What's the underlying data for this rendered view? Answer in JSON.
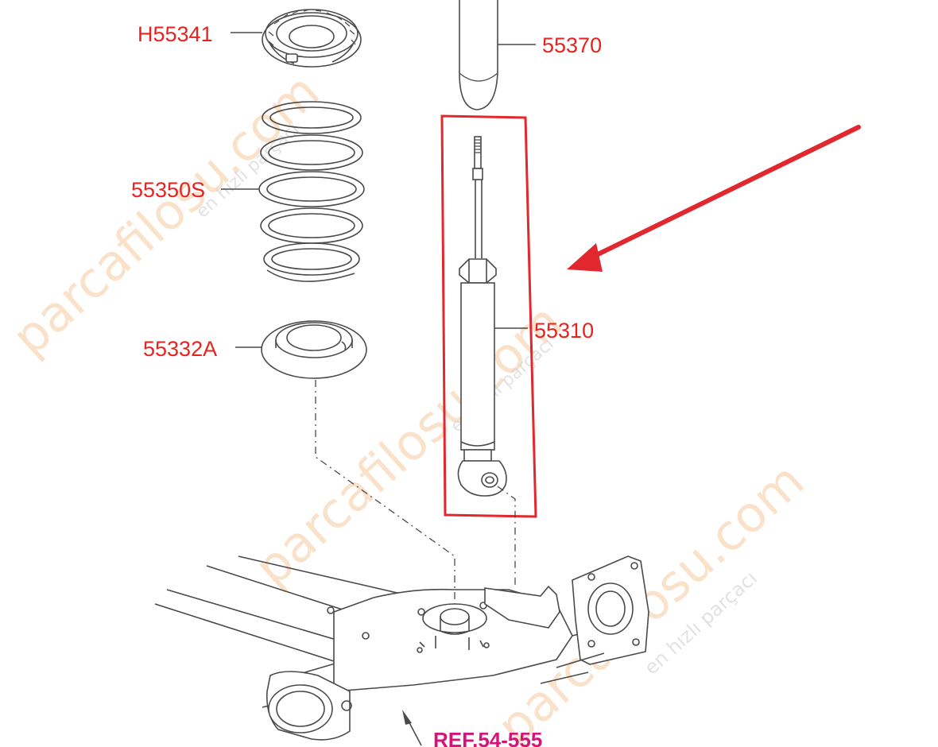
{
  "labels": {
    "upper_seat": "H55341",
    "dust_cover": "55370",
    "coil_spring": "55350S",
    "lower_pad": "55332A",
    "shock_absorber": "55310",
    "reference": "REF.54-555"
  },
  "watermark": {
    "brand": "parcafilosu.com",
    "slogan": "en hızlı parçacı"
  },
  "colors": {
    "label_red": "#e8231f",
    "highlight_box": "#e0282e",
    "arrow": "#e0282e",
    "reference_magenta": "#d4147a"
  }
}
